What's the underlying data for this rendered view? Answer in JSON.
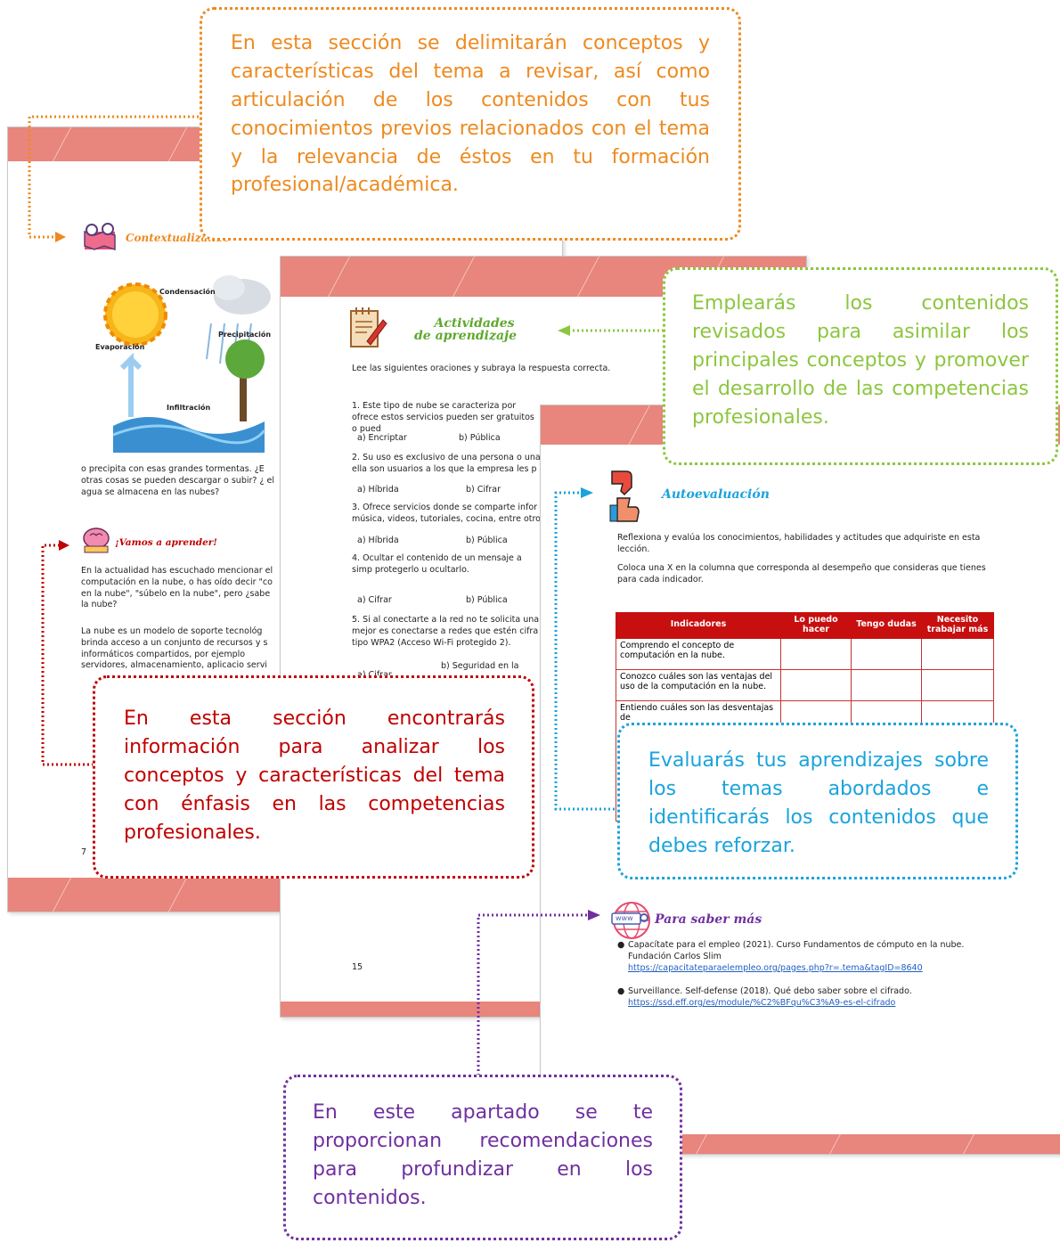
{
  "page1": {
    "section_contextualizando": "Contextualizando",
    "diagram_labels": {
      "condensacion": "Condensación",
      "precipitacion": "Precipitación",
      "evaporacion": "Evaporación",
      "infiltracion": "Infiltración"
    },
    "para1": "o precipita con esas grandes tormentas. ¿E otras cosas se pueden descargar o subir? ¿ el agua se almacena en las nubes?",
    "section_aprender": "¡Vamos a aprender!",
    "para2": "En la actualidad has escuchado mencionar el computación en la nube, o has oído decir \"co en la nube\", \"súbelo en la nube\", pero ¿sabe la nube?",
    "para3": "La nube es un modelo de soporte tecnológ brinda acceso a un conjunto de recursos y s informáticos compartidos, por ejemplo servidores, almacenamiento, aplicacio servi",
    "page_num": "7"
  },
  "page2": {
    "section_title_line1": "Actividades",
    "section_title_line2": "de aprendizaje",
    "instruction": "Lee las siguientes oraciones y subraya la respuesta correcta.",
    "q1": "1. Este tipo de nube se caracteriza por ofrece estos servicios pueden ser gratuitos o pued",
    "q1_opts": [
      "a)  Encriptar",
      "b)  Pública"
    ],
    "q2": "2. Su uso es exclusivo de una persona o una ella son usuarios a los que la empresa les p",
    "q2_opts": [
      "a)  Híbrida",
      "b) Cifrar"
    ],
    "q3": "3. Ofrece servicios donde se comparte infor música, videos, tutoriales, cocina, entre otro",
    "q3_opts": [
      "a)  Híbrida",
      "b)  Pública"
    ],
    "q4": "4. Ocultar el contenido de un mensaje a simp protegerlo u ocultarlo.",
    "q4_opts": [
      "a)  Cifrar",
      "b) Pública"
    ],
    "q5": "5. Si al conectarte a la red no te solicita una mejor es conectarse a redes que estén cifra tipo WPA2 (Acceso Wi-Fi protegido 2).",
    "q5_opts": [
      "a)  Cifrar",
      "b) Seguridad en la"
    ],
    "page_num": "15"
  },
  "page3": {
    "section_autoevaluacion": "Autoevaluación",
    "reflect": "Reflexiona y evalúa los conocimientos, habilidades y actitudes que adquiriste en esta lección.",
    "instruction": "Coloca una X en la columna que corresponda al desempeño que consideras que tienes para cada indicador.",
    "table_headers": [
      "Indicadores",
      "Lo puedo hacer",
      "Tengo dudas",
      "Necesito trabajar más"
    ],
    "table_rows": [
      "Comprendo el concepto de computación en la nube.",
      "Conozco cuáles son las ventajas del uso de la computación en la nube.",
      "Entiendo cuáles son las desventajas de"
    ],
    "section_saber_mas": "Para saber más",
    "ref1_text": "Capacítate para el empleo (2021). Curso Fundamentos de cómputo en la nube. Fundación Carlos Slim",
    "ref1_link": "https://capacitateparaelempleo.org/pages.php?r=.tema&tagID=8640",
    "ref2_text": "Surveillance. Self-defense (2018). Qué debo saber sobre el cifrado.",
    "ref2_link": "https://ssd.eff.org/es/module/%C2%BFqu%C3%A9-es-el-cifrado"
  },
  "callouts": {
    "orange": "En esta sección se delimitarán conceptos y características del tema a revisar, así como articulación de los contenidos con tus conocimientos previos relacionados con el tema y la relevancia de éstos en tu formación profesional/académica.",
    "green": "Emplearás los contenidos revisados para asimilar los principales conceptos y promover el desarrollo de las competencias profesionales.",
    "red": "En esta sección encontrarás información para analizar los conceptos y características del tema con énfasis en las competencias profesionales.",
    "blue": "Evaluarás tus aprendizajes sobre los temas abordados e identificarás los contenidos que debes reforzar.",
    "purple": "En este apartado se te proporcionan recomendaciones para profundizar en los contenidos."
  },
  "colors": {
    "orange": "#ee8a1f",
    "green": "#8cc63f",
    "red": "#c00000",
    "blue": "#1aa3dd",
    "purple": "#7030a0",
    "band": "#e8857c",
    "table_header": "#c80f0f"
  }
}
